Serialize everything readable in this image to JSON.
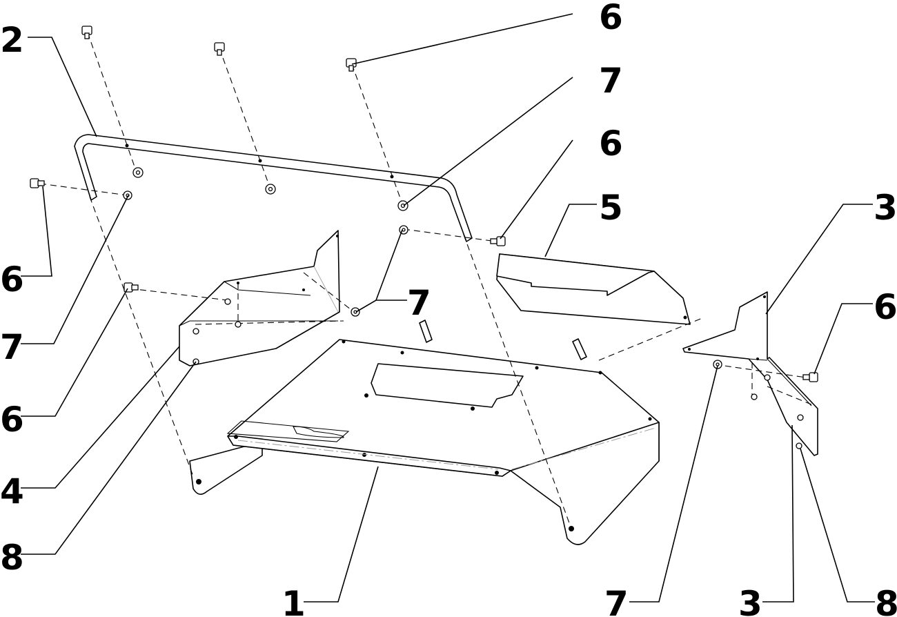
{
  "diagram": {
    "callouts": [
      {
        "id": "c-2-top-left",
        "label": "2"
      },
      {
        "id": "c-6-top-right",
        "label": "6"
      },
      {
        "id": "c-7-top-right",
        "label": "7"
      },
      {
        "id": "c-6-right-mid",
        "label": "6"
      },
      {
        "id": "c-5",
        "label": "5"
      },
      {
        "id": "c-3-top-right",
        "label": "3"
      },
      {
        "id": "c-6-far-right",
        "label": "6"
      },
      {
        "id": "c-6-left-upper",
        "label": "6"
      },
      {
        "id": "c-7-left",
        "label": "7"
      },
      {
        "id": "c-7-center",
        "label": "7"
      },
      {
        "id": "c-6-left-lower",
        "label": "6"
      },
      {
        "id": "c-4",
        "label": "4"
      },
      {
        "id": "c-8-left",
        "label": "8"
      },
      {
        "id": "c-1",
        "label": "1"
      },
      {
        "id": "c-7-bottom",
        "label": "7"
      },
      {
        "id": "c-3-bottom",
        "label": "3"
      },
      {
        "id": "c-8-bottom-right",
        "label": "8"
      }
    ]
  }
}
